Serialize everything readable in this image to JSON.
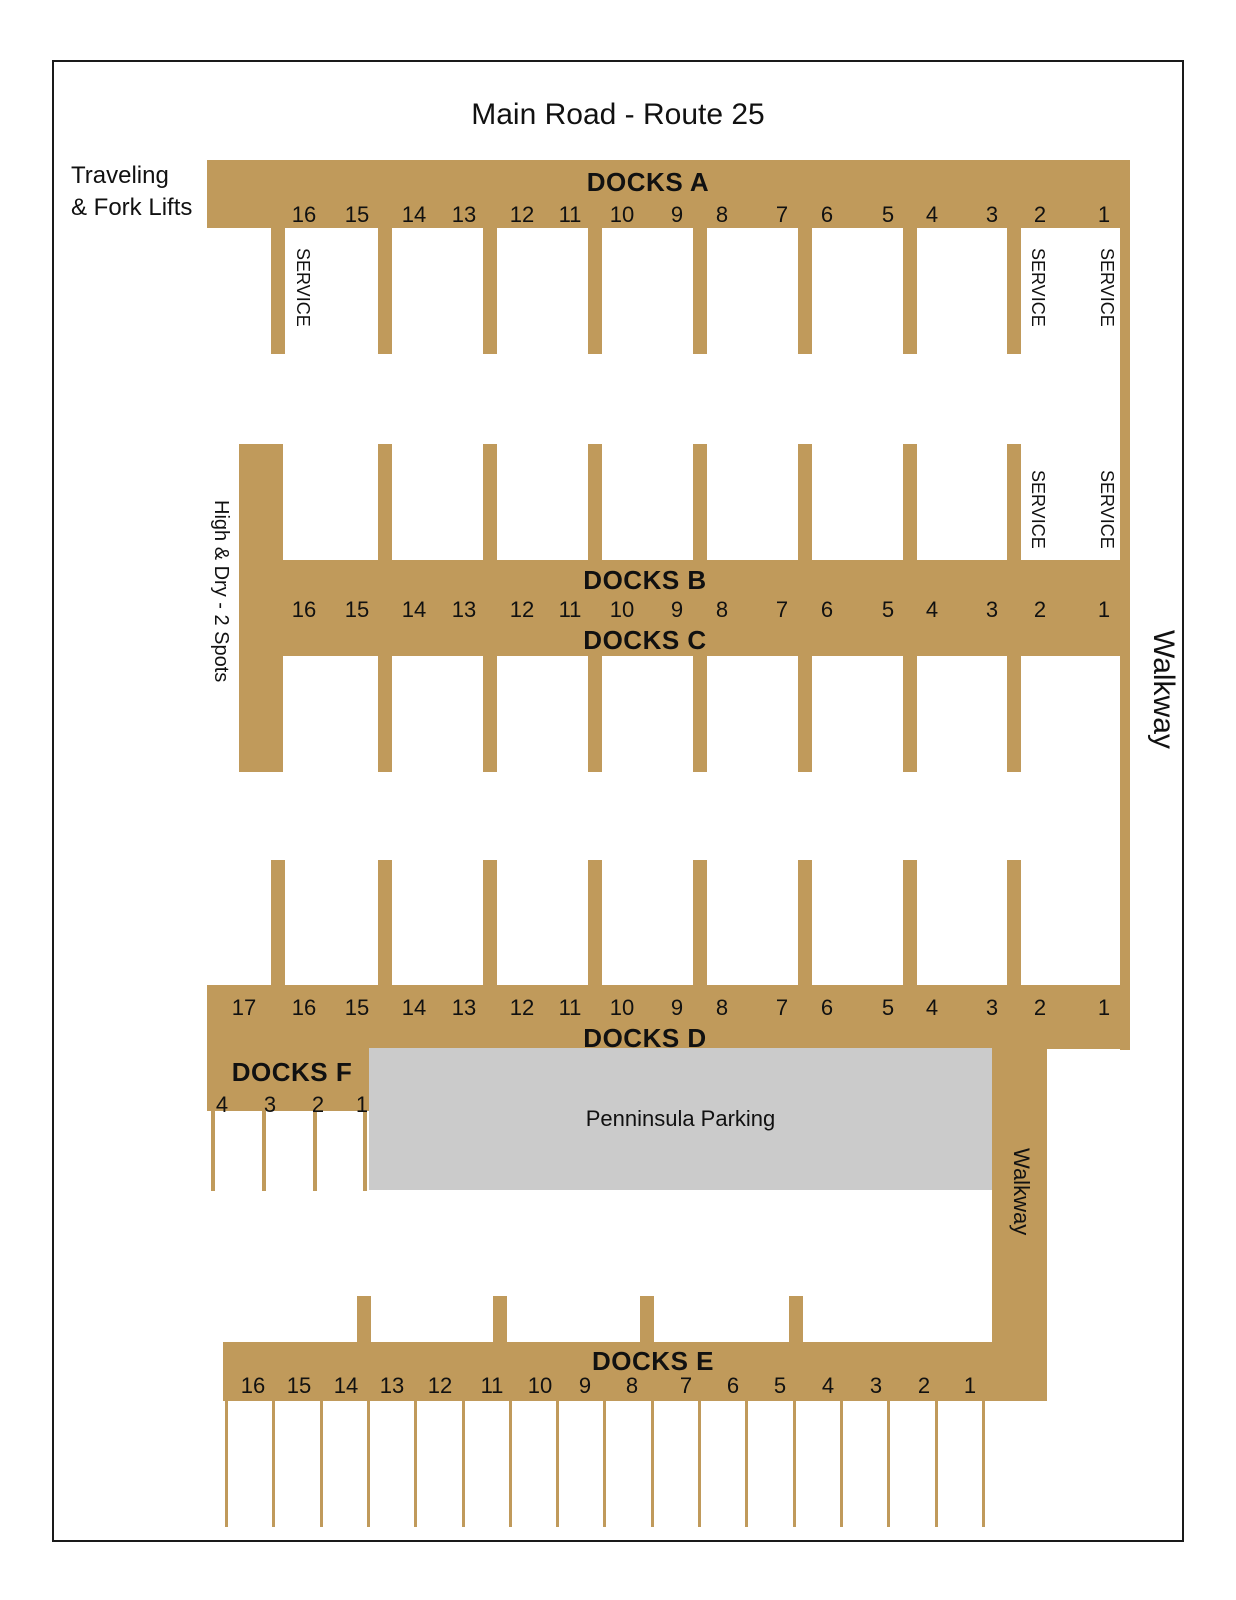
{
  "title": "Main Road - Route 25",
  "traveling_label": [
    "Traveling",
    "& Fork Lifts"
  ],
  "high_dry_label": "High & Dry - 2 Spots",
  "walkway_label": "Walkway",
  "walkway_label_2": "Walkway",
  "service_label": "SERVICE",
  "parking_label": "Penninsula Parking",
  "colors": {
    "dock": "#c09a5b",
    "parking": "#cbcbcb",
    "border": "#1a1a1a"
  },
  "docks": {
    "a": {
      "title": "DOCKS A",
      "numbers": [
        "16",
        "15",
        "14",
        "13",
        "12",
        "11",
        "10",
        "9",
        "8",
        "7",
        "6",
        "5",
        "4",
        "3",
        "2",
        "1"
      ]
    },
    "b": {
      "title": "DOCKS B",
      "numbers": [
        "16",
        "15",
        "14",
        "13",
        "12",
        "11",
        "10",
        "9",
        "8",
        "7",
        "6",
        "5",
        "4",
        "3",
        "2",
        "1"
      ]
    },
    "c": {
      "title": "DOCKS C"
    },
    "d": {
      "title": "DOCKS D",
      "numbers": [
        "17",
        "16",
        "15",
        "14",
        "13",
        "12",
        "11",
        "10",
        "9",
        "8",
        "7",
        "6",
        "5",
        "4",
        "3",
        "2",
        "1"
      ]
    },
    "e": {
      "title": "DOCKS E",
      "numbers": [
        "16",
        "15",
        "14",
        "13",
        "12",
        "11",
        "10",
        "9",
        "8",
        "7",
        "6",
        "5",
        "4",
        "3",
        "2",
        "1"
      ]
    },
    "f": {
      "title": "DOCKS F",
      "numbers": [
        "4",
        "3",
        "2",
        "1"
      ]
    }
  }
}
